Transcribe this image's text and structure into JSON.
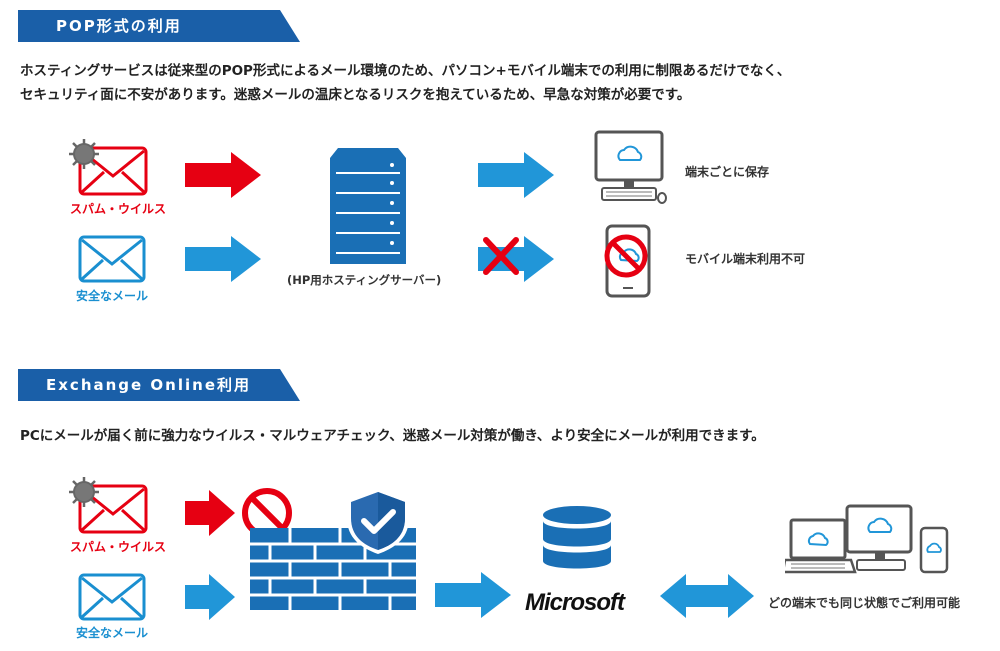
{
  "section1": {
    "banner": "POP形式の利用",
    "desc_line1": "ホスティングサービスは従来型のPOP形式によるメール環境のため、パソコン+モバイル端末での利用に制限あるだけでなく、",
    "desc_line2": "セキュリティ面に不安があります。迷惑メールの温床となるリスクを抱えているため、早急な対策が必要です。",
    "spam_label": "スパム・ウイルス",
    "safe_label": "安全なメール",
    "server_label": "(HP用ホスティングサーバー)",
    "pc_label": "端末ごとに保存",
    "mobile_label": "モバイル端末利用不可"
  },
  "section2": {
    "banner": "Exchange Online利用",
    "desc": "PCにメールが届く前に強力なウイルス・マルウェアチェック、迷惑メール対策が働き、より安全にメールが利用できます。",
    "spam_label": "スパム・ウイルス",
    "safe_label": "安全なメール",
    "microsoft_logo": "Microsoft",
    "devices_label": "どの端末でも同じ状態でご利用可能"
  },
  "colors": {
    "banner_blue": "#1a5fa8",
    "spam_red": "#e60012",
    "safe_blue": "#1a8fd0",
    "arrow_blue": "#2196d8"
  }
}
